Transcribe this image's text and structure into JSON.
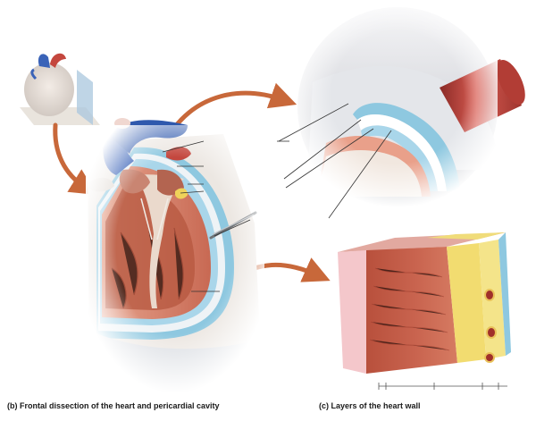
{
  "captions": {
    "frontal_dissection": "(b) Frontal dissection of the heart and pericardial cavity",
    "heart_wall_layers": "(c) Layers of the heart wall"
  },
  "colors": {
    "arrow": "#c8683a",
    "pericardium_blue": "#8ec8e0",
    "myocardium": "#c9644f",
    "epicardial_fat": "#f2dc70",
    "vessel_blue": "#3a63b8",
    "aorta_red": "#c4473e",
    "label_line": "#333333"
  },
  "label_line_count": 11,
  "bracket_tick_count": 5
}
